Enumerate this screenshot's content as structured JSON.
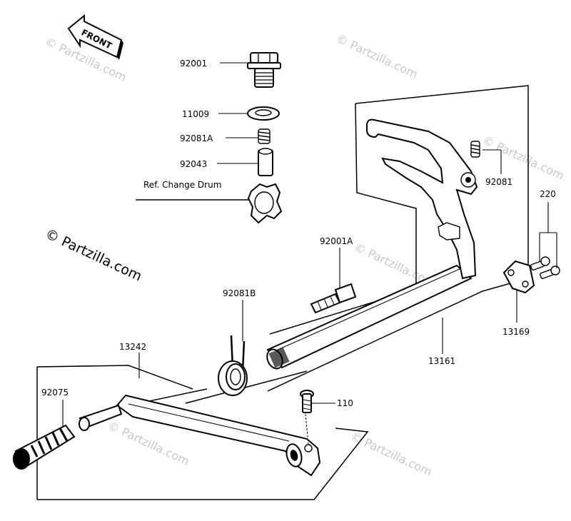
{
  "front_arrow_label": "FRONT",
  "watermarks": {
    "w1": "© Partzilla.com",
    "w2": "© Partzilla.com",
    "w3": "© Partzilla.com",
    "w4": "© Partzilla.com",
    "w5": "© Partzilla.com",
    "w6": "© Partzilla.com",
    "main": "© Partzilla.com"
  },
  "callouts": {
    "p92001": "92001",
    "p11009": "11009",
    "p92081A": "92081A",
    "p92043": "92043",
    "ref_change_drum": "Ref. Change Drum",
    "p92081": "92081",
    "p220": "220",
    "p92001A": "92001A",
    "p92081B": "92081B",
    "p13169": "13169",
    "p13242": "13242",
    "p13161": "13161",
    "p92075": "92075",
    "p110": "110"
  }
}
